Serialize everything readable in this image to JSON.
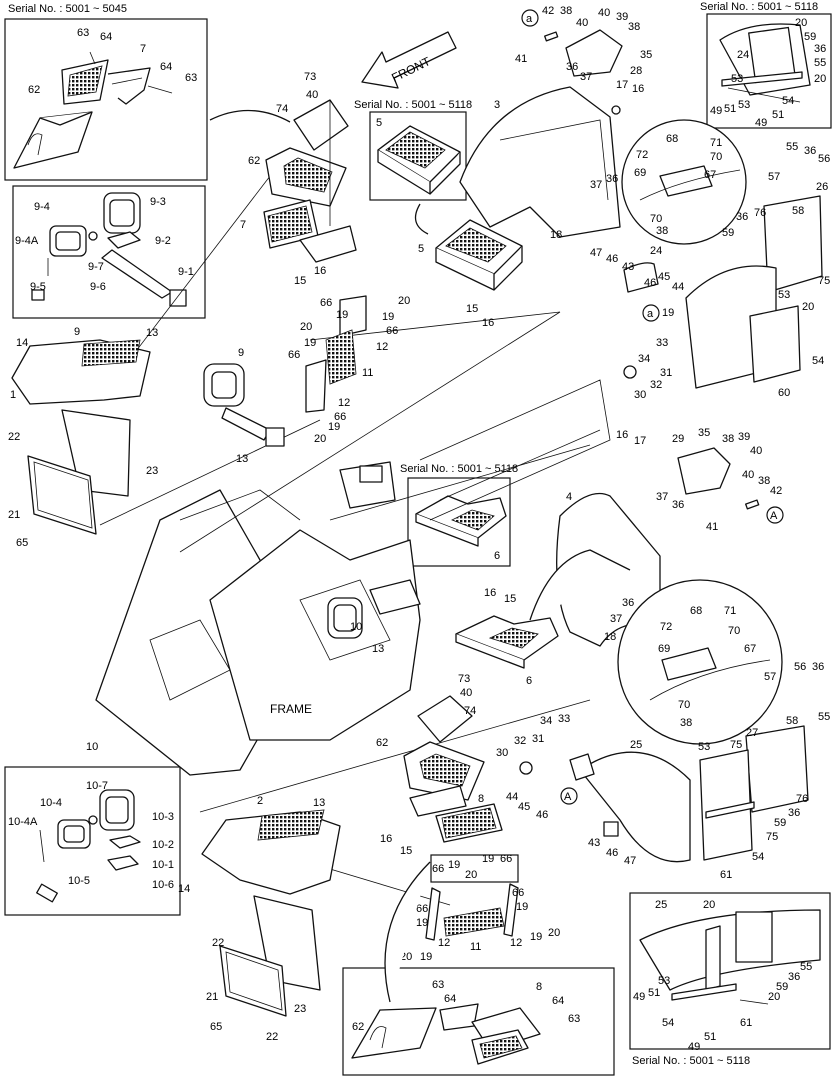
{
  "serials": {
    "s5045": "Serial No. : 5001 ~ 5045",
    "s5118": "Serial No. : 5001 ~ 5118"
  },
  "front_label": "FRONT",
  "frame_label": "FRAME",
  "callout": {
    "lower_a": "a",
    "upper_a": "A"
  },
  "part_labels": {
    "p1": "1",
    "p2": "2",
    "p3": "3",
    "p4": "4",
    "p5": "5",
    "p6": "6",
    "p7": "7",
    "p8": "8",
    "p9": "9",
    "p10": "10",
    "p11": "11",
    "p12": "12",
    "p13": "13",
    "p14": "14",
    "p15": "15",
    "p16": "16",
    "p17": "17",
    "p18": "18",
    "p19": "19",
    "p20": "20",
    "p21": "21",
    "p22": "22",
    "p23": "23",
    "p24": "24",
    "p25": "25",
    "p26": "26",
    "p27": "27",
    "p28": "28",
    "p29": "29",
    "p30": "30",
    "p31": "31",
    "p32": "32",
    "p33": "33",
    "p34": "34",
    "p35": "35",
    "p36": "36",
    "p37": "37",
    "p38": "38",
    "p39": "39",
    "p40": "40",
    "p41": "41",
    "p42": "42",
    "p43": "43",
    "p44": "44",
    "p45": "45",
    "p46": "46",
    "p47": "47",
    "p49": "49",
    "p51": "51",
    "p53": "53",
    "p54": "54",
    "p55": "55",
    "p56": "56",
    "p57": "57",
    "p58": "58",
    "p59": "59",
    "p60": "60",
    "p61": "61",
    "p62": "62",
    "p63": "63",
    "p64": "64",
    "p65": "65",
    "p66": "66",
    "p67": "67",
    "p68": "68",
    "p69": "69",
    "p70": "70",
    "p71": "71",
    "p72": "72",
    "p73": "73",
    "p74": "74",
    "p75": "75",
    "p76": "76",
    "p9_1": "9-1",
    "p9_2": "9-2",
    "p9_3": "9-3",
    "p9_4": "9-4",
    "p9_4A": "9-4A",
    "p9_5": "9-5",
    "p9_6": "9-6",
    "p9_7": "9-7",
    "p10_1": "10-1",
    "p10_2": "10-2",
    "p10_3": "10-3",
    "p10_4": "10-4",
    "p10_4A": "10-4A",
    "p10_5": "10-5",
    "p10_6": "10-6",
    "p10_7": "10-7"
  }
}
